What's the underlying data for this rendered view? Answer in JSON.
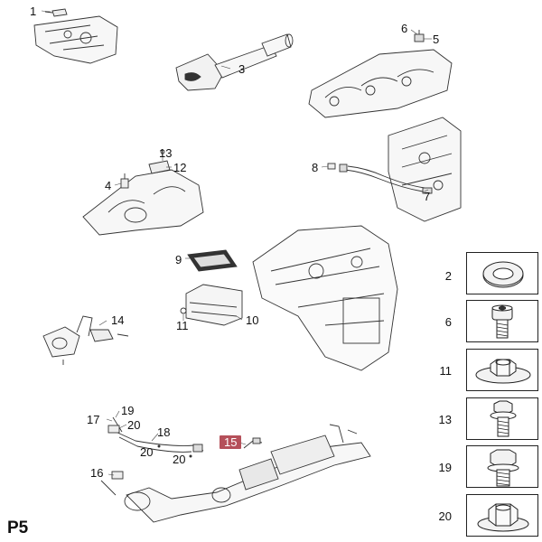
{
  "page_id": "P5",
  "callouts": [
    "1",
    "2",
    "3",
    "4",
    "5",
    "6",
    "7",
    "8",
    "9",
    "10",
    "11",
    "12",
    "13",
    "14",
    "15",
    "16",
    "17",
    "18",
    "19",
    "20",
    "20",
    "20"
  ],
  "highlighted_callout": "15",
  "highlight_color": "#b5505a",
  "legend": [
    {
      "number": "2",
      "icon": "washer-ring-icon"
    },
    {
      "number": "6",
      "icon": "socket-head-bolt-icon"
    },
    {
      "number": "11",
      "icon": "flange-nut-icon"
    },
    {
      "number": "13",
      "icon": "hex-flange-bolt-icon"
    },
    {
      "number": "19",
      "icon": "hex-flange-bolt-large-icon"
    },
    {
      "number": "20",
      "icon": "hex-flange-nut-icon"
    }
  ]
}
